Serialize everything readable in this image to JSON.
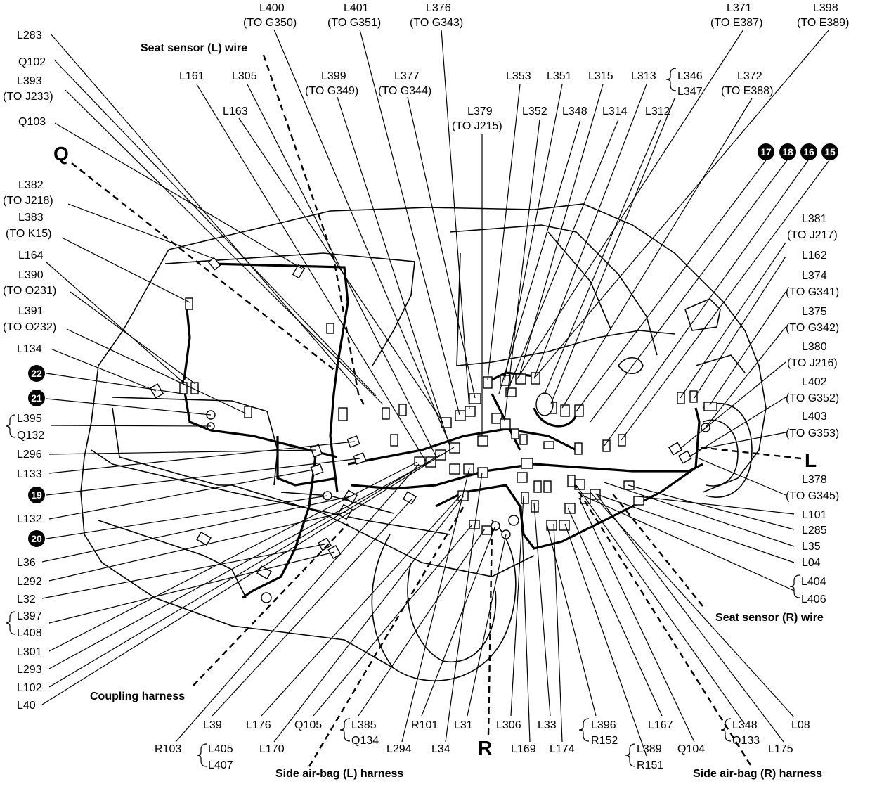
{
  "labels": {
    "L283": "L283",
    "Q102": "Q102",
    "L393": "L393",
    "L393_to": "(TO J233)",
    "Q103": "Q103",
    "Q": "Q",
    "L382": "L382",
    "L382_to": "(TO J218)",
    "L383": "L383",
    "L383_to": "(TO K15)",
    "L164": "L164",
    "L390": "L390",
    "L390_to": "(TO O231)",
    "L391": "L391",
    "L391_to": "(TO O232)",
    "L134": "L134",
    "b22": "22",
    "b21": "21",
    "L395": "L395",
    "Q132": "Q132",
    "L296": "L296",
    "L133": "L133",
    "b19": "19",
    "L132": "L132",
    "b20": "20",
    "L36": "L36",
    "L292": "L292",
    "L32": "L32",
    "L397": "L397",
    "L408": "L408",
    "L301": "L301",
    "L293": "L293",
    "L102": "L102",
    "L40": "L40",
    "coupling": "Coupling harness",
    "L400": "L400",
    "L400_to": "(TO G350)",
    "L401": "L401",
    "L401_to": "(TO G351)",
    "L376": "L376",
    "L376_to": "(TO G343)",
    "L371": "L371",
    "L371_to": "(TO E387)",
    "L398": "L398",
    "L398_to": "(TO E389)",
    "seatL": "Seat sensor (L) wire",
    "L161": "L161",
    "L305": "L305",
    "L163": "L163",
    "L399": "L399",
    "L399_to": "(TO G349)",
    "L377": "L377",
    "L377_to": "(TO G344)",
    "L379": "L379",
    "L379_to": "(TO J215)",
    "L353": "L353",
    "L351": "L351",
    "L315": "L315",
    "L313": "L313",
    "L346": "L346",
    "L347": "L347",
    "L372": "L372",
    "L372_to": "(TO E388)",
    "L352": "L352",
    "L348t": "L348",
    "L314": "L314",
    "L312": "L312",
    "b17": "17",
    "b18": "18",
    "b16": "16",
    "b15": "15",
    "L381": "L381",
    "L381_to": "(TO J217)",
    "L162": "L162",
    "L374": "L374",
    "L374_to": "(TO G341)",
    "L375": "L375",
    "L375_to": "(TO G342)",
    "L380": "L380",
    "L380_to": "(TO J216)",
    "L402": "L402",
    "L402_to": "(TO G352)",
    "L403": "L403",
    "L403_to": "(TO G353)",
    "L": "L",
    "L378": "L378",
    "L378_to": "(TO G345)",
    "L101": "L101",
    "L285": "L285",
    "L35": "L35",
    "L04": "L04",
    "L404": "L404",
    "L406": "L406",
    "seatR": "Seat sensor (R) wire",
    "L08": "L08",
    "L39": "L39",
    "L176": "L176",
    "Q105": "Q105",
    "L385": "L385",
    "Q134": "Q134",
    "R101": "R101",
    "L31": "L31",
    "L306": "L306",
    "L33": "L33",
    "L396": "L396",
    "R152": "R152",
    "L167": "L167",
    "L348b": "L348",
    "Q133": "Q133",
    "R103": "R103",
    "L405": "L405",
    "L407": "L407",
    "L170": "L170",
    "L294": "L294",
    "L34": "L34",
    "R": "R",
    "L169": "L169",
    "L174": "L174",
    "L389": "L389",
    "R151": "R151",
    "Q104": "Q104",
    "L175": "L175",
    "sideL": "Side air-bag (L) harness",
    "sideR": "Side air-bag (R) harness"
  }
}
